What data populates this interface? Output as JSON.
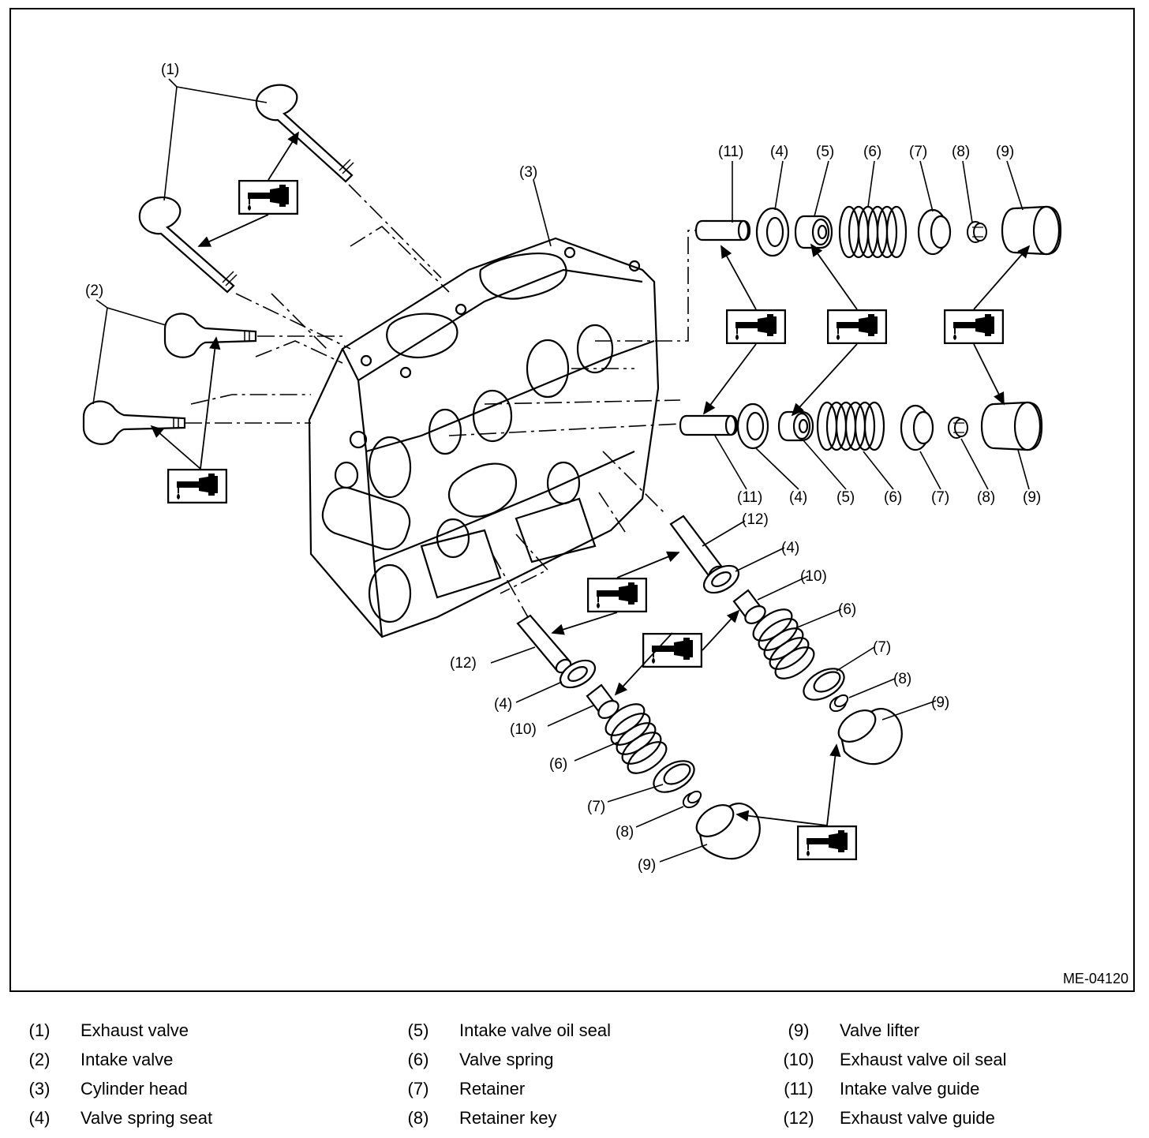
{
  "figure_id": "ME-04120",
  "callouts": {
    "c1": "(1)",
    "c2": "(2)",
    "c3": "(3)",
    "c4": "(4)",
    "c5": "(5)",
    "c6": "(6)",
    "c7": "(7)",
    "c8": "(8)",
    "c9": "(9)",
    "c10": "(10)",
    "c11": "(11)",
    "c12": "(12)"
  },
  "legend": [
    {
      "num": "(1)",
      "label": "Exhaust valve"
    },
    {
      "num": "(2)",
      "label": "Intake valve"
    },
    {
      "num": "(3)",
      "label": "Cylinder head"
    },
    {
      "num": "(4)",
      "label": "Valve spring seat"
    },
    {
      "num": "(5)",
      "label": "Intake valve oil seal"
    },
    {
      "num": "(6)",
      "label": "Valve spring"
    },
    {
      "num": "(7)",
      "label": "Retainer"
    },
    {
      "num": "(8)",
      "label": "Retainer key"
    },
    {
      "num": "(9)",
      "label": "Valve lifter"
    },
    {
      "num": "(10)",
      "label": "Exhaust valve oil seal"
    },
    {
      "num": "(11)",
      "label": "Intake valve guide"
    },
    {
      "num": "(12)",
      "label": "Exhaust valve guide"
    }
  ],
  "icons": {
    "oil_symbol": "oil-can-icon"
  },
  "colors": {
    "line": "#000000",
    "background": "#ffffff"
  }
}
